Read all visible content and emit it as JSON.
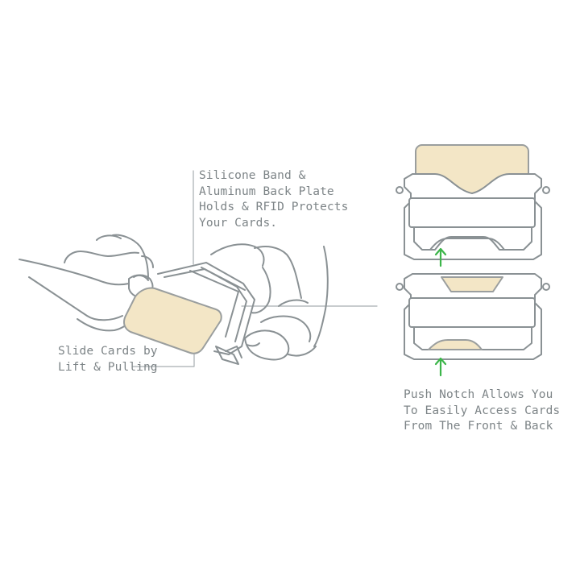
{
  "callouts": {
    "band": {
      "lines": [
        "Silicone Band &",
        "Aluminum Back Plate",
        "Holds & RFID Protects",
        "Your Cards."
      ]
    },
    "slide": {
      "lines": [
        "Slide Cards by",
        "Lift & Pulling"
      ]
    },
    "notch": {
      "lines": [
        "Push Notch Allows You",
        "To Easily Access Cards",
        "From The Front & Back"
      ]
    }
  },
  "colors": {
    "outline": "#8a9194",
    "leader": "#a7adb0",
    "card": "#f3e6c6",
    "arrow": "#3cb54a",
    "text": "#7d8487"
  },
  "icons": {
    "arrow_top": "arrow-up-icon",
    "arrow_bottom": "arrow-up-icon"
  }
}
